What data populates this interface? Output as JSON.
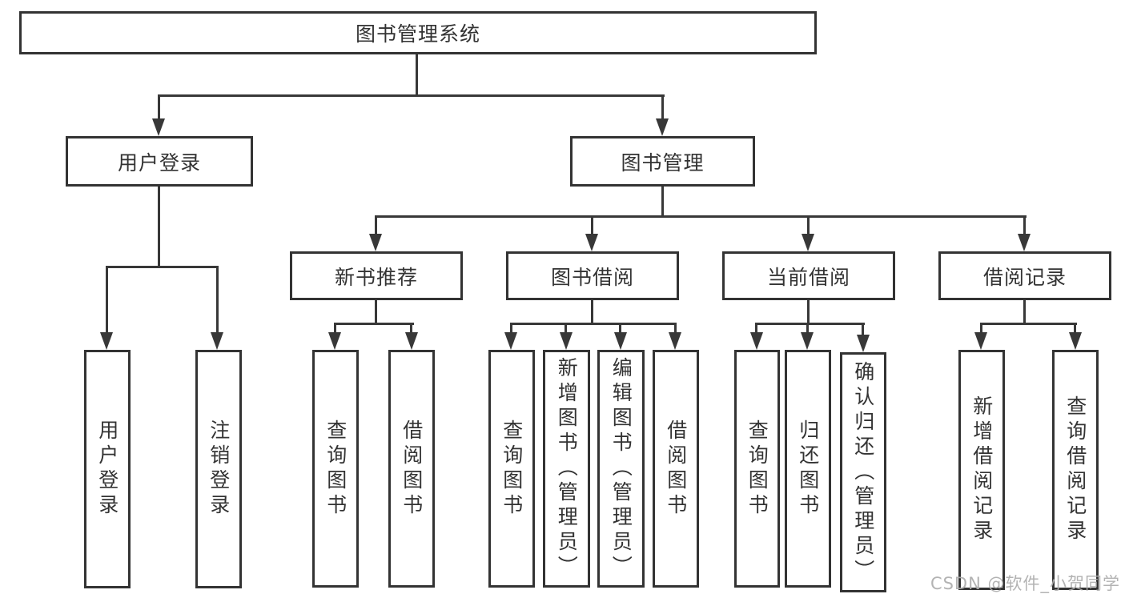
{
  "colors": {
    "line": "#383838",
    "text": "#333333",
    "background": "#ffffff",
    "watermark": "#acacac"
  },
  "watermark": "CSDN @软件_小贺同学",
  "tree": {
    "root": {
      "label": "图书管理系统",
      "children": [
        {
          "label": "用户登录",
          "children": [
            {
              "label": "用户登录"
            },
            {
              "label": "注销登录"
            }
          ]
        },
        {
          "label": "图书管理",
          "children": [
            {
              "label": "新书推荐",
              "children": [
                {
                  "label": "查询图书"
                },
                {
                  "label": "借阅图书"
                }
              ]
            },
            {
              "label": "图书借阅",
              "children": [
                {
                  "label": "查询图书"
                },
                {
                  "label": "新增图书（管理员）"
                },
                {
                  "label": "编辑图书（管理员）"
                },
                {
                  "label": "借阅图书"
                }
              ]
            },
            {
              "label": "当前借阅",
              "children": [
                {
                  "label": "查询图书"
                },
                {
                  "label": "归还图书"
                },
                {
                  "label": "确认归还（管理员）"
                }
              ]
            },
            {
              "label": "借阅记录",
              "children": [
                {
                  "label": "新增借阅记录"
                },
                {
                  "label": "查询借阅记录"
                }
              ]
            }
          ]
        }
      ]
    }
  }
}
